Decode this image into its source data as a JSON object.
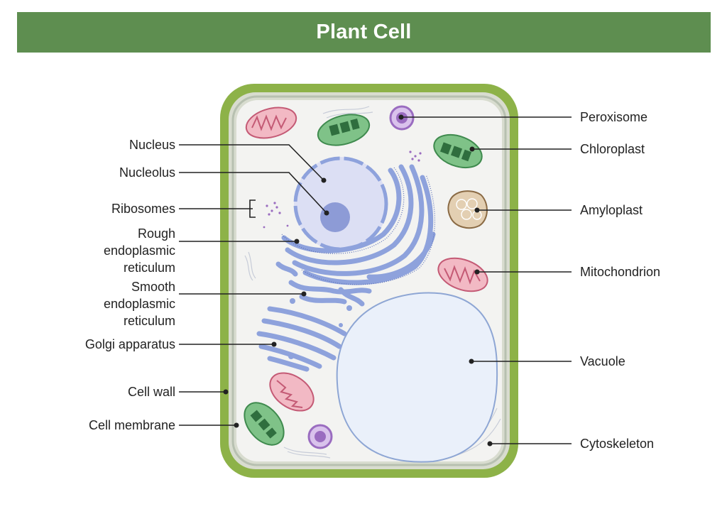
{
  "title": "Plant Cell",
  "labels": {
    "nucleus": "Nucleus",
    "nucleolus": "Nucleolus",
    "ribosomes": "Ribosomes",
    "rough_er": [
      "Rough",
      "endoplasmic",
      "reticulum"
    ],
    "smooth_er": [
      "Smooth",
      "endoplasmic",
      "reticulum"
    ],
    "golgi": "Golgi apparatus",
    "cell_wall": "Cell wall",
    "cell_membrane": "Cell membrane",
    "peroxisome": "Peroxisome",
    "chloroplast": "Chloroplast",
    "amyloplast": "Amyloplast",
    "mitochondrion": "Mitochondrion",
    "vacuole": "Vacuole",
    "cytoskeleton": "Cytoskeleton"
  },
  "colors": {
    "title_bar": "#5e8e50",
    "cell_wall": "#8db248",
    "cytoplasm": "#f3f3f1",
    "nucleus": "#dcdff4",
    "nucleolus": "#8d9bd6",
    "er": "#8ea2dc",
    "vacuole": "#eaf0fa",
    "chloroplast": "#7fc288",
    "mitochondrion": "#f2b9c4",
    "amyloplast": "#e3cfb2",
    "peroxisome": "#b48ad6"
  }
}
